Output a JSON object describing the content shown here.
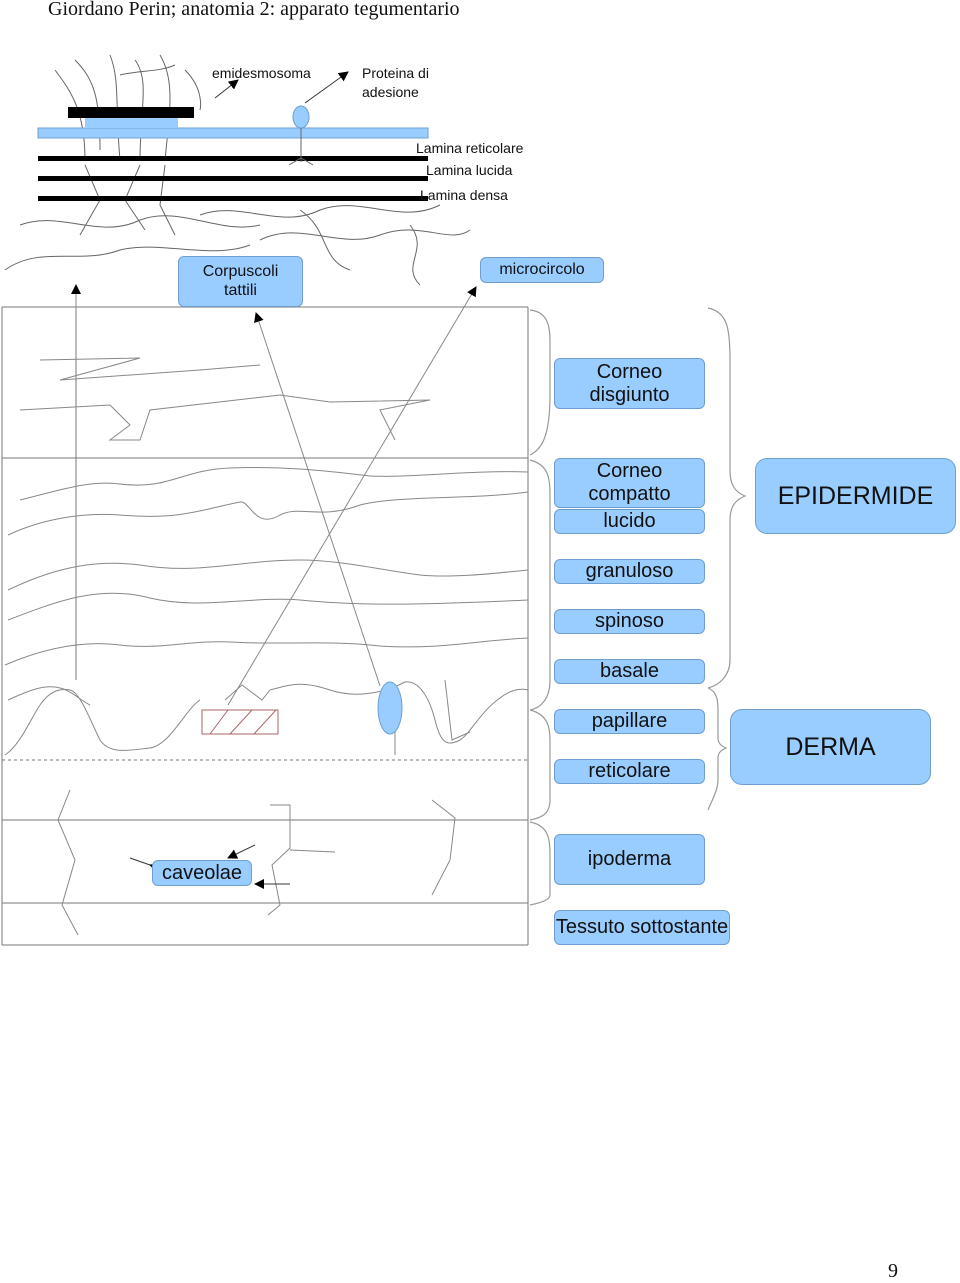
{
  "page": {
    "header": "Giordano Perin; anatomia 2: apparato tegumentario",
    "page_number": "9"
  },
  "colors": {
    "box_fill": "#99ccff",
    "box_border": "#6f9fd1",
    "line": "#555555",
    "arrowhead": "#000000"
  },
  "junction_labels": {
    "emidesmosoma": "emidesmosoma",
    "proteina_line1": "Proteina di",
    "proteina_line2": "adesione",
    "lamina_reticolare": "Lamina reticolare",
    "lamina_lucida": "Lamina lucida",
    "lamina_densa": "Lamina densa"
  },
  "callouts": {
    "corpuscoli_line1": "Corpuscoli",
    "corpuscoli_line2": "tattili",
    "microcircolo": "microcircolo",
    "caveolae": "caveolae"
  },
  "layers": {
    "corneo_disgiunto_1": "Corneo",
    "corneo_disgiunto_2": "disgiunto",
    "corneo_compatto_1": "Corneo",
    "corneo_compatto_2": "compatto",
    "lucido": "lucido",
    "granuloso": "granuloso",
    "spinoso": "spinoso",
    "basale": "basale",
    "papillare": "papillare",
    "reticolare": "reticolare",
    "ipoderma": "ipoderma",
    "tessuto_sottostante": "Tessuto sottostante"
  },
  "groups": {
    "epidermide": "EPIDERMIDE",
    "derma": "DERMA"
  }
}
